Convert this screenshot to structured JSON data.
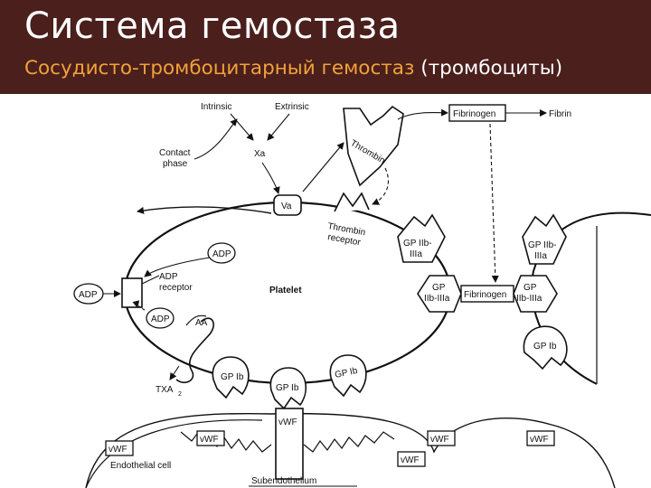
{
  "header": {
    "title": "Система гемостаза",
    "subtitle_accent": "Сосудисто-тромбоцитарный гемостаз",
    "subtitle_rest": " (тромбоциты)"
  },
  "diagram": {
    "intrinsic": "Intrinsic",
    "extrinsic": "Extrinsic",
    "contact_phase_1": "Contact",
    "contact_phase_2": "phase",
    "xa": "Xa",
    "va": "Va",
    "thrombin": "Thrombin",
    "thrombin_receptor_1": "Thrombin",
    "thrombin_receptor_2": "receptor",
    "fibrinogen_top": "Fibrinogen",
    "fibrin": "Fibrin",
    "adp_1": "ADP",
    "adp_outside": "ADP",
    "adp_2": "ADP",
    "adp_receptor_1": "ADP",
    "adp_receptor_2": "receptor",
    "aa": "AA",
    "txa": "TXA",
    "txa_sub": "2",
    "platelet": "Platelet",
    "gp_iib_iiia_upper_1": "GP IIb-",
    "gp_iib_iiia_upper_2": "IIIa",
    "gp_iib_iiia_mid_1": "GP",
    "gp_iib_iiia_mid_2": "IIb-IIIa",
    "fibrinogen_bridge": "Fibrinogen",
    "gp_iib_iiia_right_1": "GP",
    "gp_iib_iiia_right_2": "IIb-IIIa",
    "gp_iib_iiia_far_1": "GP IIb-",
    "gp_iib_iiia_far_2": "IIIa",
    "gp_ib_far": "GP Ib",
    "gp_ib_left": "GP Ib",
    "gp_ib_center": "GP Ib",
    "gp_ib_right": "GP Ib",
    "vwf_stalk": "vWF",
    "vwf_1": "vWF",
    "vwf_2": "vWF",
    "vwf_3": "vWF",
    "vwf_4": "vWF",
    "vwf_5": "vWF",
    "endothelial_cell": "Endothelial cell",
    "subendothelium": "Subendothelium"
  }
}
